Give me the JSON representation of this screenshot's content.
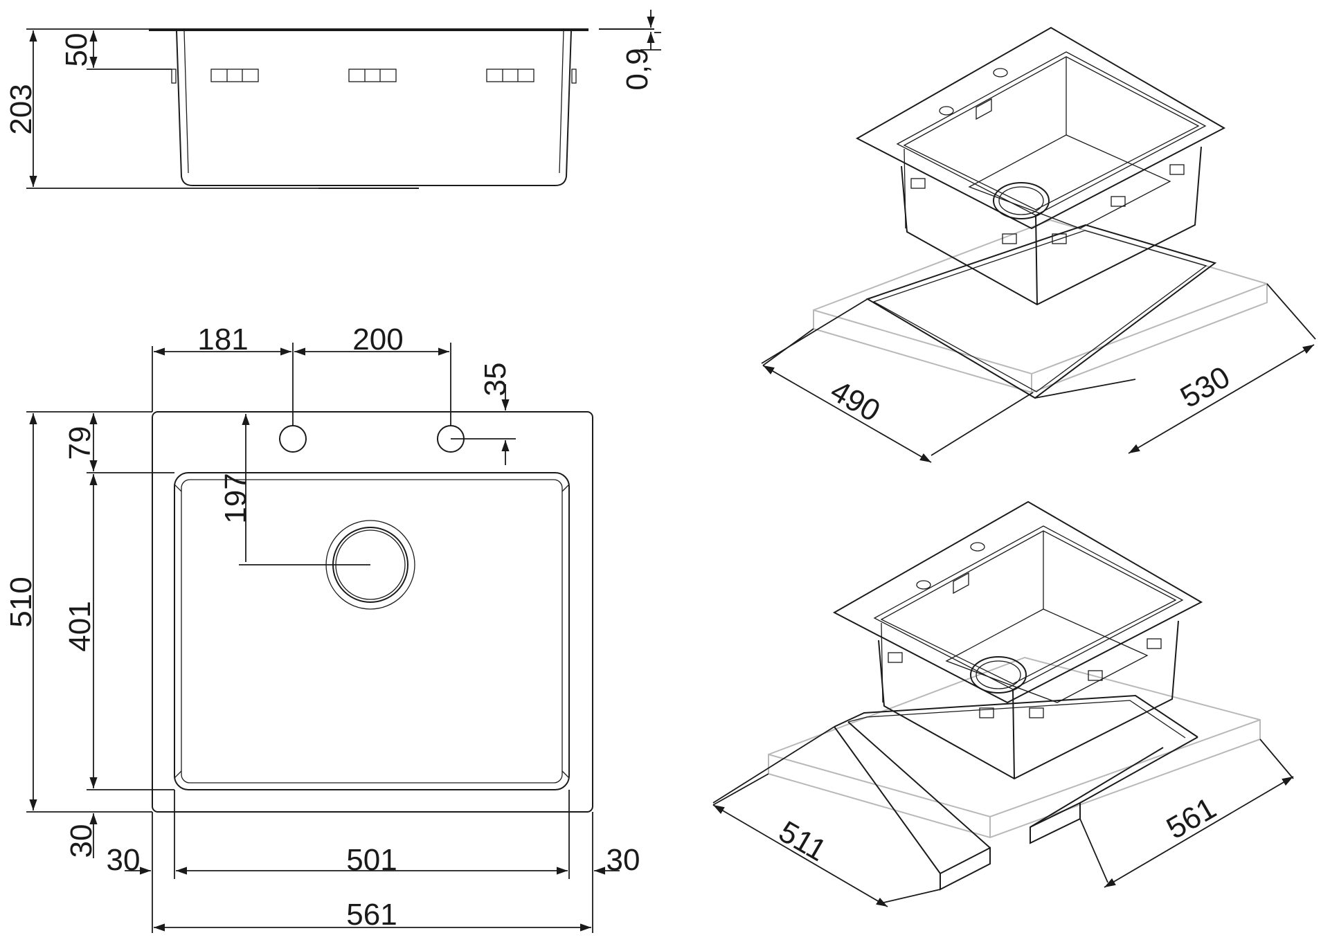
{
  "side_view": {
    "height_total": "203",
    "rim_depth": "50",
    "thickness": "0,9"
  },
  "top_view": {
    "hole1_offset": "181",
    "hole_spacing": "200",
    "hole_edge_offset": "35",
    "rim_top": "79",
    "drain_offset": "197",
    "overall_depth": "510",
    "bowl_depth": "401",
    "rim_bottom": "30",
    "rim_left": "30",
    "bowl_width": "501",
    "rim_right": "30",
    "overall_width": "561"
  },
  "iso_upper": {
    "cutout_depth": "490",
    "cutout_width": "530"
  },
  "iso_lower": {
    "cutout_depth": "511",
    "cutout_width": "561"
  }
}
